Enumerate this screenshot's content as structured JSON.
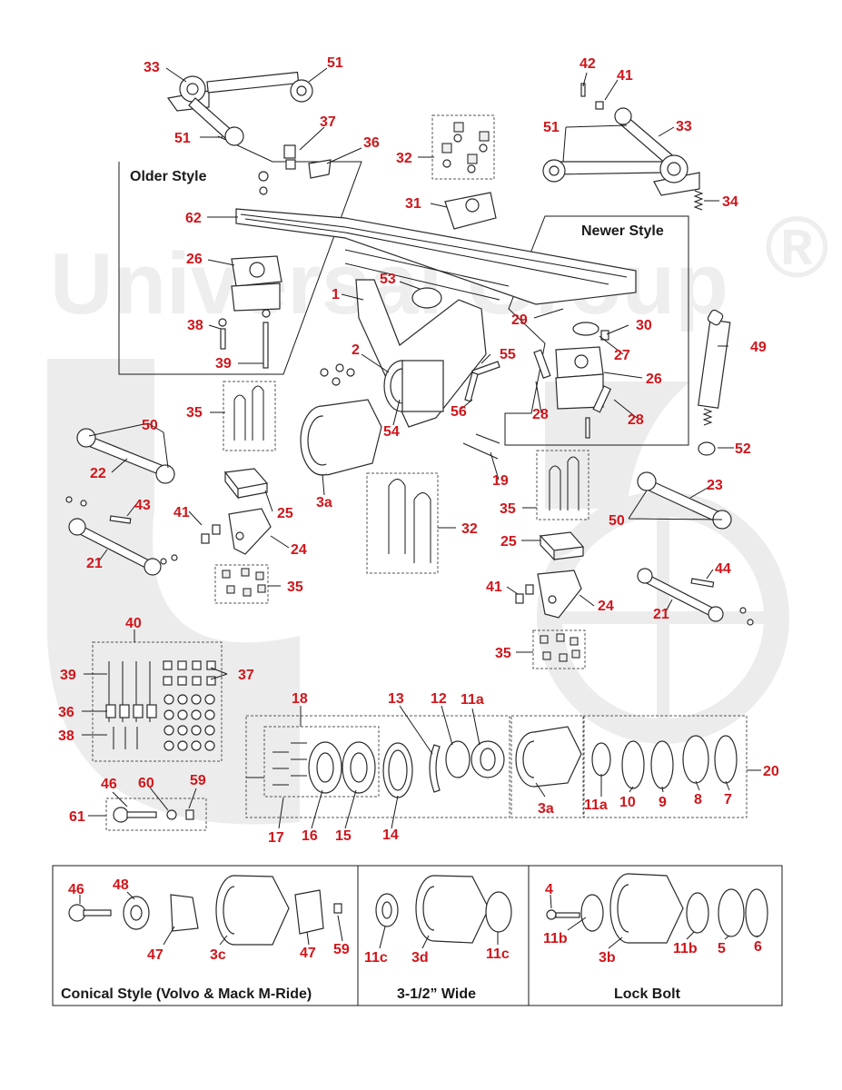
{
  "watermark": {
    "text": "Universal Group",
    "registered": "®"
  },
  "titles": {
    "older_style": "Older Style",
    "newer_style": "Newer Style",
    "conical_style": "Conical Style (Volvo & Mack M-Ride)",
    "wide": "3-1/2” Wide",
    "lock_bolt": "Lock Bolt"
  },
  "callouts": {
    "n33a": "33",
    "n51a": "51",
    "n51b": "51",
    "n37a": "37",
    "n36": "36",
    "n32a": "32",
    "n42": "42",
    "n41a": "41",
    "n51c": "51",
    "n33b": "33",
    "n34": "34",
    "n31": "31",
    "n62": "62",
    "n26a": "26",
    "n1": "1",
    "n53": "53",
    "n29": "29",
    "n30": "30",
    "n27": "27",
    "n38a": "38",
    "n39a": "39",
    "n2": "2",
    "n55": "55",
    "n26b": "26",
    "n49": "49",
    "n35a": "35",
    "n54": "54",
    "n56": "56",
    "n28a": "28",
    "n28b": "28",
    "n52": "52",
    "n50a": "50",
    "n22": "22",
    "n19": "19",
    "n3a_a": "3a",
    "n23": "23",
    "n25a": "25",
    "n43": "43",
    "n41b": "41",
    "n32b": "32",
    "n35b": "35",
    "n50b": "50",
    "n24a": "24",
    "n21a": "21",
    "n25b": "25",
    "n35c": "35",
    "n44": "44",
    "n41c": "41",
    "n24b": "24",
    "n21b": "21",
    "n40": "40",
    "n35d": "35",
    "n39b": "39",
    "n37b": "37",
    "n36b": "36",
    "n38b": "38",
    "n18": "18",
    "n13": "13",
    "n12": "12",
    "n11a_a": "11a",
    "n20": "20",
    "n46a": "46",
    "n60": "60",
    "n59a": "59",
    "n61": "61",
    "n17": "17",
    "n16": "16",
    "n15": "15",
    "n14": "14",
    "n3a_b": "3a",
    "n11a_b": "11a",
    "n10": "10",
    "n9": "9",
    "n8": "8",
    "n7": "7",
    "n46b": "46",
    "n48": "48",
    "n47a": "47",
    "n3c": "3c",
    "n47b": "47",
    "n59b": "59",
    "n11c_a": "11c",
    "n3d": "3d",
    "n11c_b": "11c",
    "n4": "4",
    "n11b_a": "11b",
    "n3b": "3b",
    "n11b_b": "11b",
    "n5": "5",
    "n6": "6"
  }
}
